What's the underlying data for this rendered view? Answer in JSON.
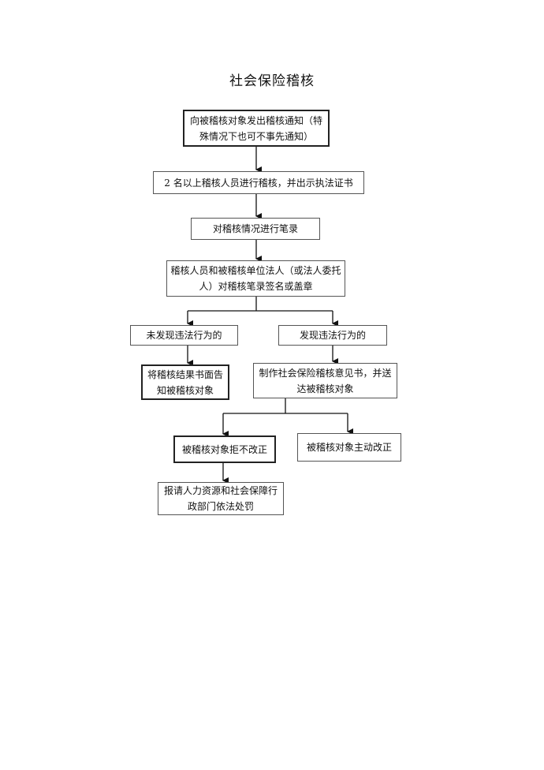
{
  "title": "社会保险稽核",
  "nodes": {
    "notify": "向被稽核对象发出稽核通知（特殊情况下也可不事先通知）",
    "inspect": "2 名以上稽核人员进行稽核，并出示执法证书",
    "record": "对稽核情况进行笔录",
    "sign": "稽核人员和被稽核单位法人（或法人委托人）对稽核笔录签名或盖章",
    "no_violation": "未发现违法行为的",
    "violation": "发现违法行为的",
    "inform_result": "将稽核结果书面告知被稽核对象",
    "opinion": "制作社会保险稽核意见书，并送达被稽核对象",
    "refuse": "被稽核对象拒不改正",
    "self_correct": "被稽核对象主动改正",
    "report": "报请人力资源和社会保障行政部门依法处罚"
  }
}
